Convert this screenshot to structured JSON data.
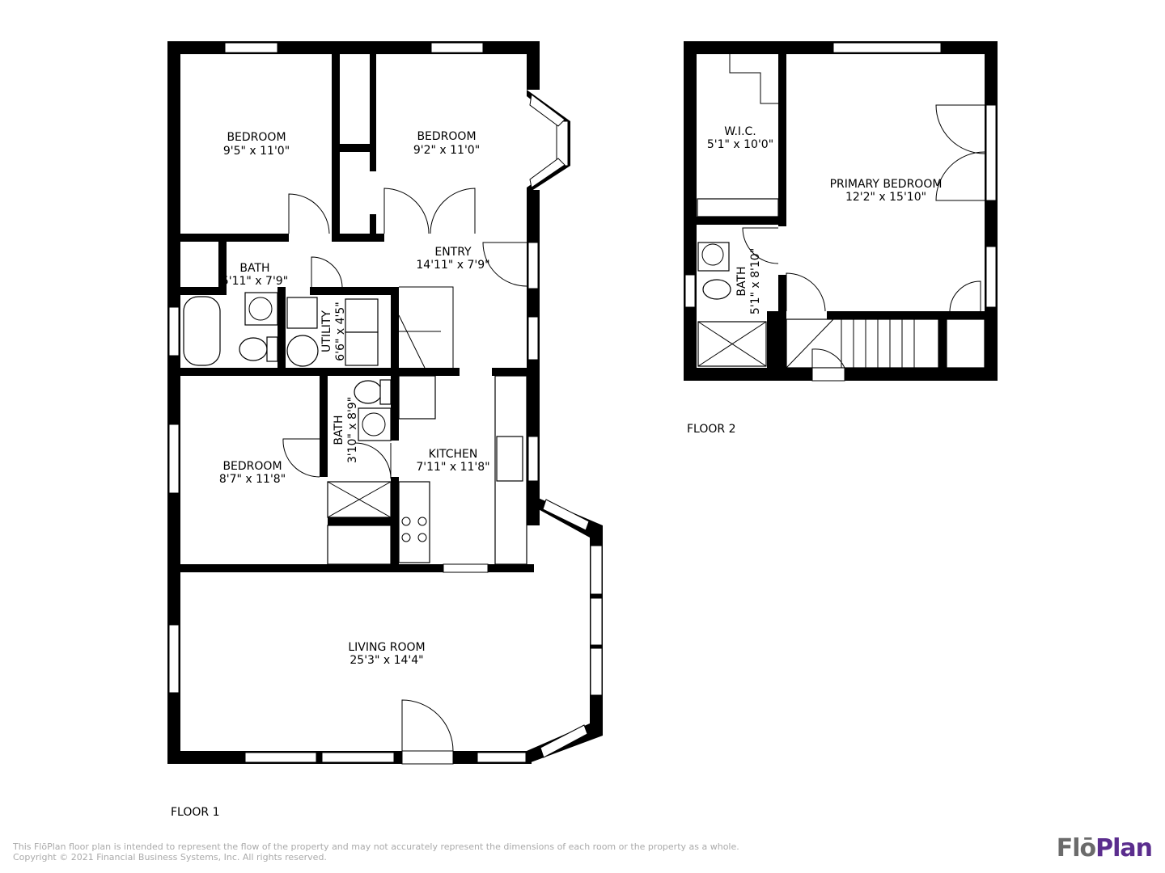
{
  "floors": [
    {
      "label": "FLOOR 1",
      "rooms": [
        {
          "name": "BEDROOM",
          "dims": "9'5\" x 11'0\""
        },
        {
          "name": "BEDROOM",
          "dims": "9'2\" x 11'0\""
        },
        {
          "name": "ENTRY",
          "dims": "14'11\" x 7'9\""
        },
        {
          "name": "BATH",
          "dims": "5'11\" x 7'9\""
        },
        {
          "name": "UTILITY",
          "dims": "6'6\" x 4'5\""
        },
        {
          "name": "BATH",
          "dims": "3'10\" x 8'9\""
        },
        {
          "name": "KITCHEN",
          "dims": "7'11\" x 11'8\""
        },
        {
          "name": "BEDROOM",
          "dims": "8'7\" x 11'8\""
        },
        {
          "name": "LIVING ROOM",
          "dims": "25'3\" x 14'4\""
        }
      ]
    },
    {
      "label": "FLOOR 2",
      "rooms": [
        {
          "name": "W.I.C.",
          "dims": "5'1\" x 10'0\""
        },
        {
          "name": "PRIMARY BEDROOM",
          "dims": "12'2\" x 15'10\""
        },
        {
          "name": "BATH",
          "dims": "5'1\" x 8'10\""
        }
      ]
    }
  ],
  "footer": {
    "disclaimer": "This FlōPlan floor plan is intended to represent the flow of the property and may not accurately represent the dimensions of each room or the property as a whole.",
    "copyright": "Copyright © 2021 Financial Business Systems, Inc. All rights reserved.",
    "logo_a": "Flō",
    "logo_b": "Plan"
  },
  "colors": {
    "brand_gray": "#6b6b6b",
    "brand_purple": "#5b2d8e"
  }
}
